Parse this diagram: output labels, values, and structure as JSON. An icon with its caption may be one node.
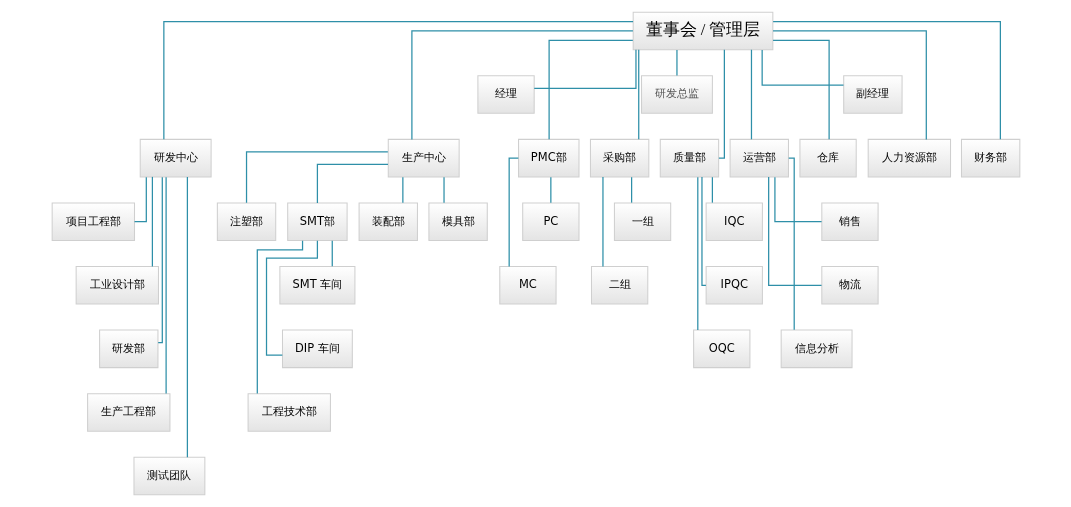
{
  "diagram": {
    "nodes": [
      {
        "text": [
          "董事会 / 管理层"
        ]
      },
      {
        "text": [
          "经理"
        ]
      },
      {
        "text": [
          "研发总监"
        ]
      },
      {
        "text": [
          "副经理"
        ]
      },
      {
        "text": [
          "研发中心"
        ]
      },
      {
        "text": [
          "项目工程部"
        ]
      },
      {
        "text": [
          "工业设计部"
        ]
      },
      {
        "text": [
          "研发部"
        ]
      },
      {
        "text": [
          "生产工程部"
        ]
      },
      {
        "text": [
          "测试团队"
        ]
      },
      {
        "text": [
          "生产中心"
        ]
      },
      {
        "text": [
          "模具部"
        ]
      },
      {
        "text": [
          "注塑部"
        ]
      },
      {
        "text": [
          "SMT部"
        ]
      },
      {
        "text": [
          "SMT 车间"
        ]
      },
      {
        "text": [
          "DIP 车间"
        ]
      },
      {
        "text": [
          "工程技术部"
        ]
      },
      {
        "text": [
          "装配部"
        ]
      },
      {
        "text": [
          "PMC部"
        ]
      },
      {
        "text": [
          "PC"
        ]
      },
      {
        "text": [
          "MC"
        ]
      },
      {
        "text": [
          "采购部"
        ]
      },
      {
        "text": [
          "一组"
        ]
      },
      {
        "text": [
          "二组"
        ]
      },
      {
        "text": [
          "质量部"
        ]
      },
      {
        "text": [
          "IQC"
        ]
      },
      {
        "text": [
          "IPQC"
        ]
      },
      {
        "text": [
          "OQC"
        ]
      },
      {
        "text": [
          "运营部"
        ]
      },
      {
        "text": [
          "销售"
        ]
      },
      {
        "text": [
          "物流"
        ]
      },
      {
        "text": [
          "信息分析"
        ]
      },
      {
        "text": [
          "仓库"
        ]
      },
      {
        "text": [
          "人力资源部"
        ]
      },
      {
        "text": [
          "财务部"
        ]
      }
    ],
    "edges": [
      {
        "from": 0,
        "to": 1,
        "arrow": "none"
      },
      {
        "from": 0,
        "to": 2,
        "arrow": "none"
      },
      {
        "from": 0,
        "to": 3,
        "arrow": "none"
      },
      {
        "from": 0,
        "to": 4,
        "arrow": "none"
      },
      {
        "from": 4,
        "to": 5,
        "arrow": "none"
      },
      {
        "from": 4,
        "to": 6,
        "arrow": "none"
      },
      {
        "from": 4,
        "to": 7,
        "arrow": "none"
      },
      {
        "from": 4,
        "to": 8,
        "arrow": "none"
      },
      {
        "from": 4,
        "to": 9,
        "arrow": "none"
      },
      {
        "from": 0,
        "to": 10,
        "arrow": "none"
      },
      {
        "from": 10,
        "to": 11,
        "arrow": "none"
      },
      {
        "from": 10,
        "to": 12,
        "arrow": "none"
      },
      {
        "from": 10,
        "to": 13,
        "arrow": "none"
      },
      {
        "from": 13,
        "to": 14,
        "arrow": "none"
      },
      {
        "from": 13,
        "to": 15,
        "arrow": "none"
      },
      {
        "from": 13,
        "to": 16,
        "arrow": "none"
      },
      {
        "from": 10,
        "to": 17,
        "arrow": "none"
      },
      {
        "from": 0,
        "to": 18,
        "arrow": "none"
      },
      {
        "from": 18,
        "to": 19,
        "arrow": "none"
      },
      {
        "from": 18,
        "to": 20,
        "arrow": "none"
      },
      {
        "from": 0,
        "to": 21,
        "arrow": "none"
      },
      {
        "from": 21,
        "to": 22,
        "arrow": "none"
      },
      {
        "from": 21,
        "to": 23,
        "arrow": "none"
      },
      {
        "from": 0,
        "to": 24,
        "arrow": "none"
      },
      {
        "from": 24,
        "to": 25,
        "arrow": "none"
      },
      {
        "from": 24,
        "to": 26,
        "arrow": "none"
      },
      {
        "from": 24,
        "to": 27,
        "arrow": "none"
      },
      {
        "from": 0,
        "to": 28,
        "arrow": "none"
      },
      {
        "from": 28,
        "to": 29,
        "arrow": "none"
      },
      {
        "from": 28,
        "to": 30,
        "arrow": "none"
      },
      {
        "from": 28,
        "to": 31,
        "arrow": "none"
      },
      {
        "from": 0,
        "to": 32,
        "arrow": "none"
      },
      {
        "from": 0,
        "to": 33,
        "arrow": "none"
      },
      {
        "from": 0,
        "to": 34,
        "arrow": "none"
      }
    ]
  }
}
